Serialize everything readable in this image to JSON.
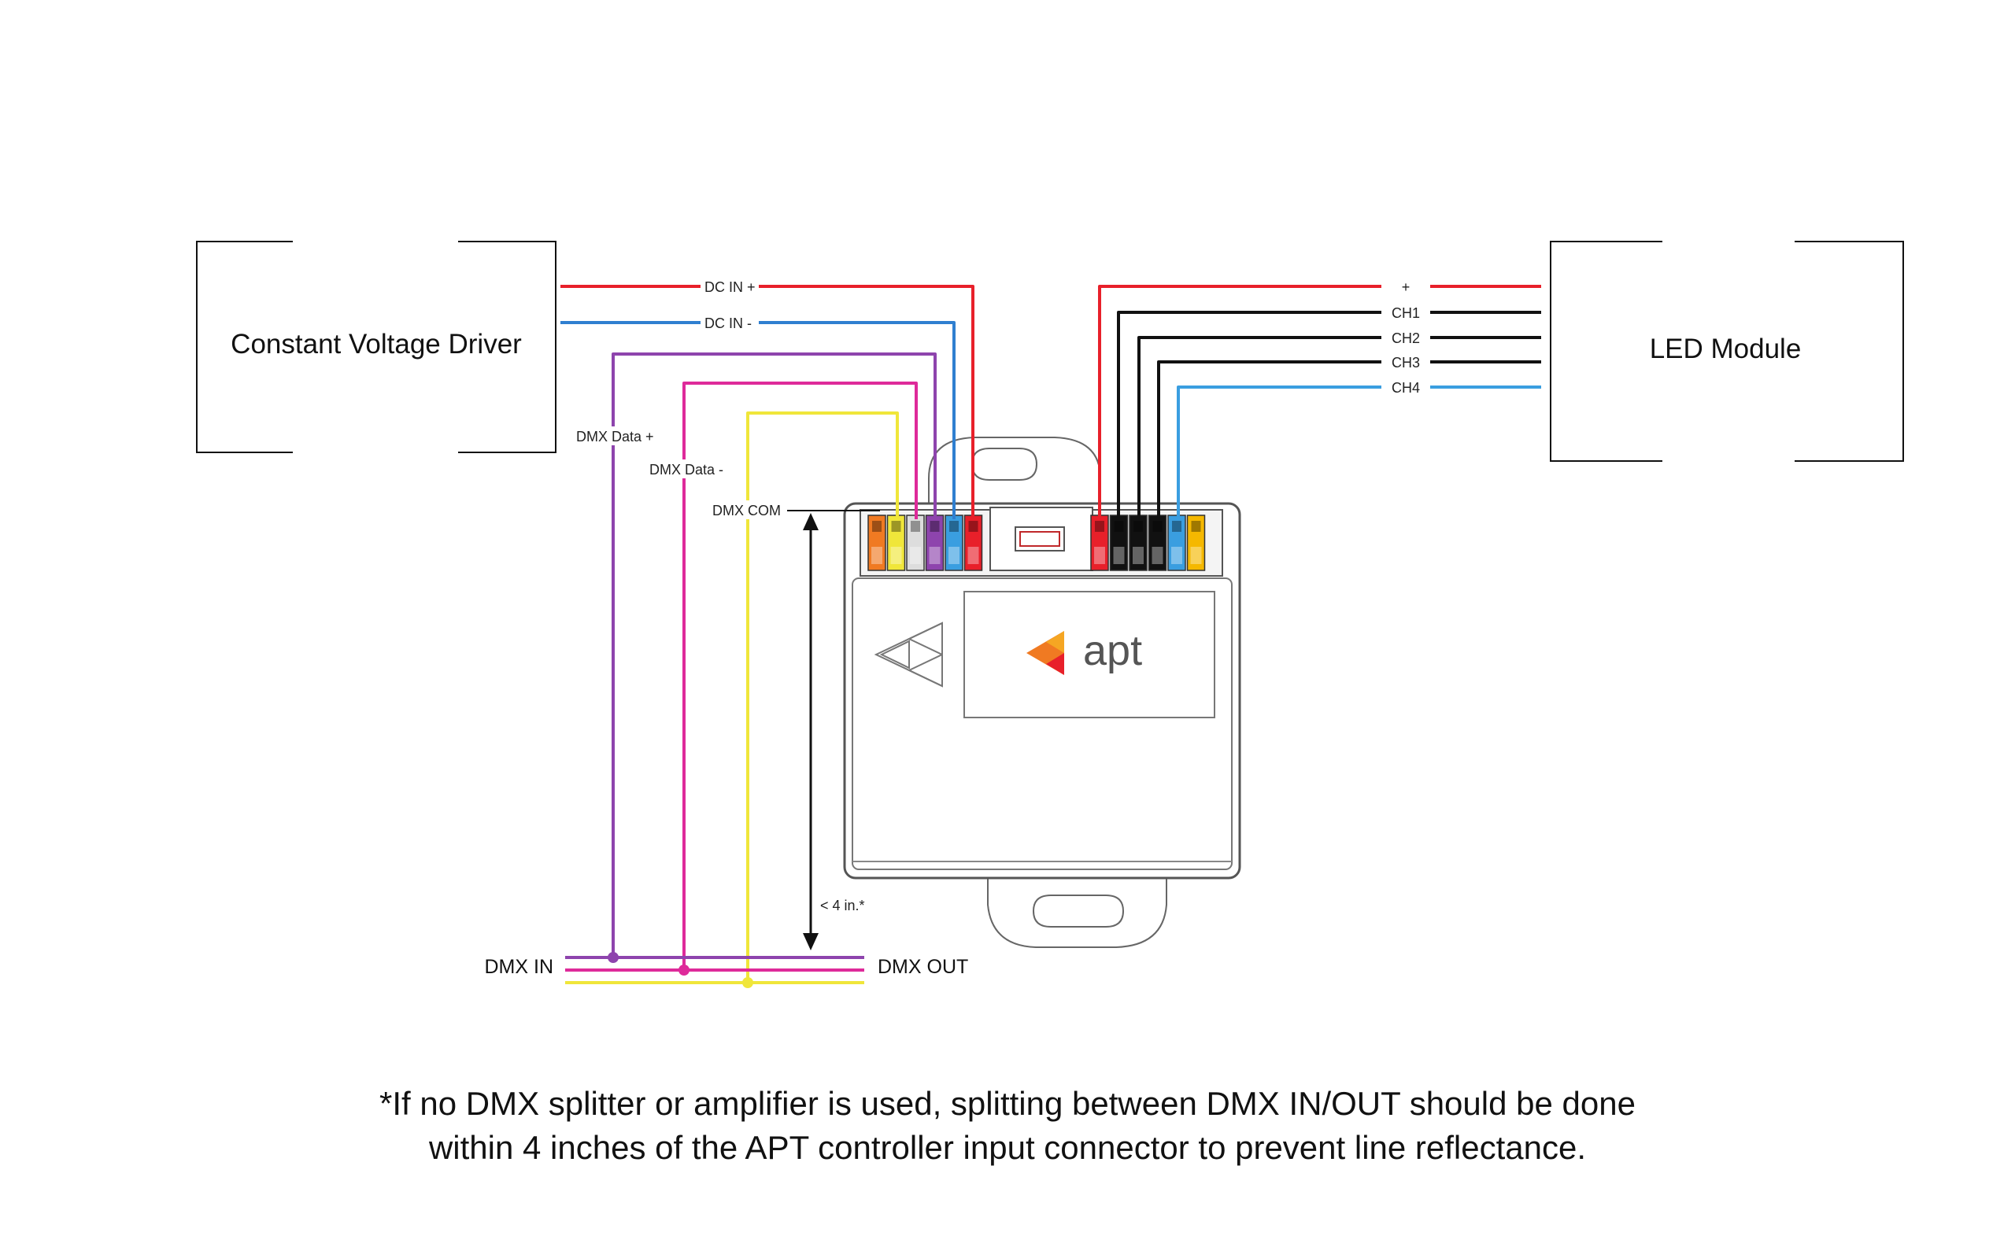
{
  "driver": {
    "label": "Constant Voltage Driver"
  },
  "led_module": {
    "label": "LED Module"
  },
  "left_wires": {
    "dc_in_plus": "DC IN +",
    "dc_in_minus": "DC IN -",
    "dmx_data_plus": "DMX Data +",
    "dmx_data_minus": "DMX Data -",
    "dmx_com": "DMX COM"
  },
  "right_wires": {
    "plus": "+",
    "ch1": "CH1",
    "ch2": "CH2",
    "ch3": "CH3",
    "ch4": "CH4"
  },
  "dmx_bus": {
    "in_label": "DMX IN",
    "out_label": "DMX OUT"
  },
  "distance_label": "< 4 in.*",
  "controller": {
    "logo_text": "apt",
    "logo_icon": "apt-logo-icon",
    "triangle_icon": "triangle-logo-icon"
  },
  "footnote": {
    "line1": "*If no DMX splitter or amplifier is used, splitting between DMX IN/OUT should be done",
    "line2": "within 4 inches of the APT controller input connector to prevent line reflectance."
  },
  "colors": {
    "red": "#e8202a",
    "blue": "#2f7fd0",
    "purple": "#8e44ad",
    "magenta": "#de2a9a",
    "yellow": "#f0e63a",
    "black": "#111111",
    "orange": "#f07a22",
    "light_blue": "#3a9ee0"
  }
}
